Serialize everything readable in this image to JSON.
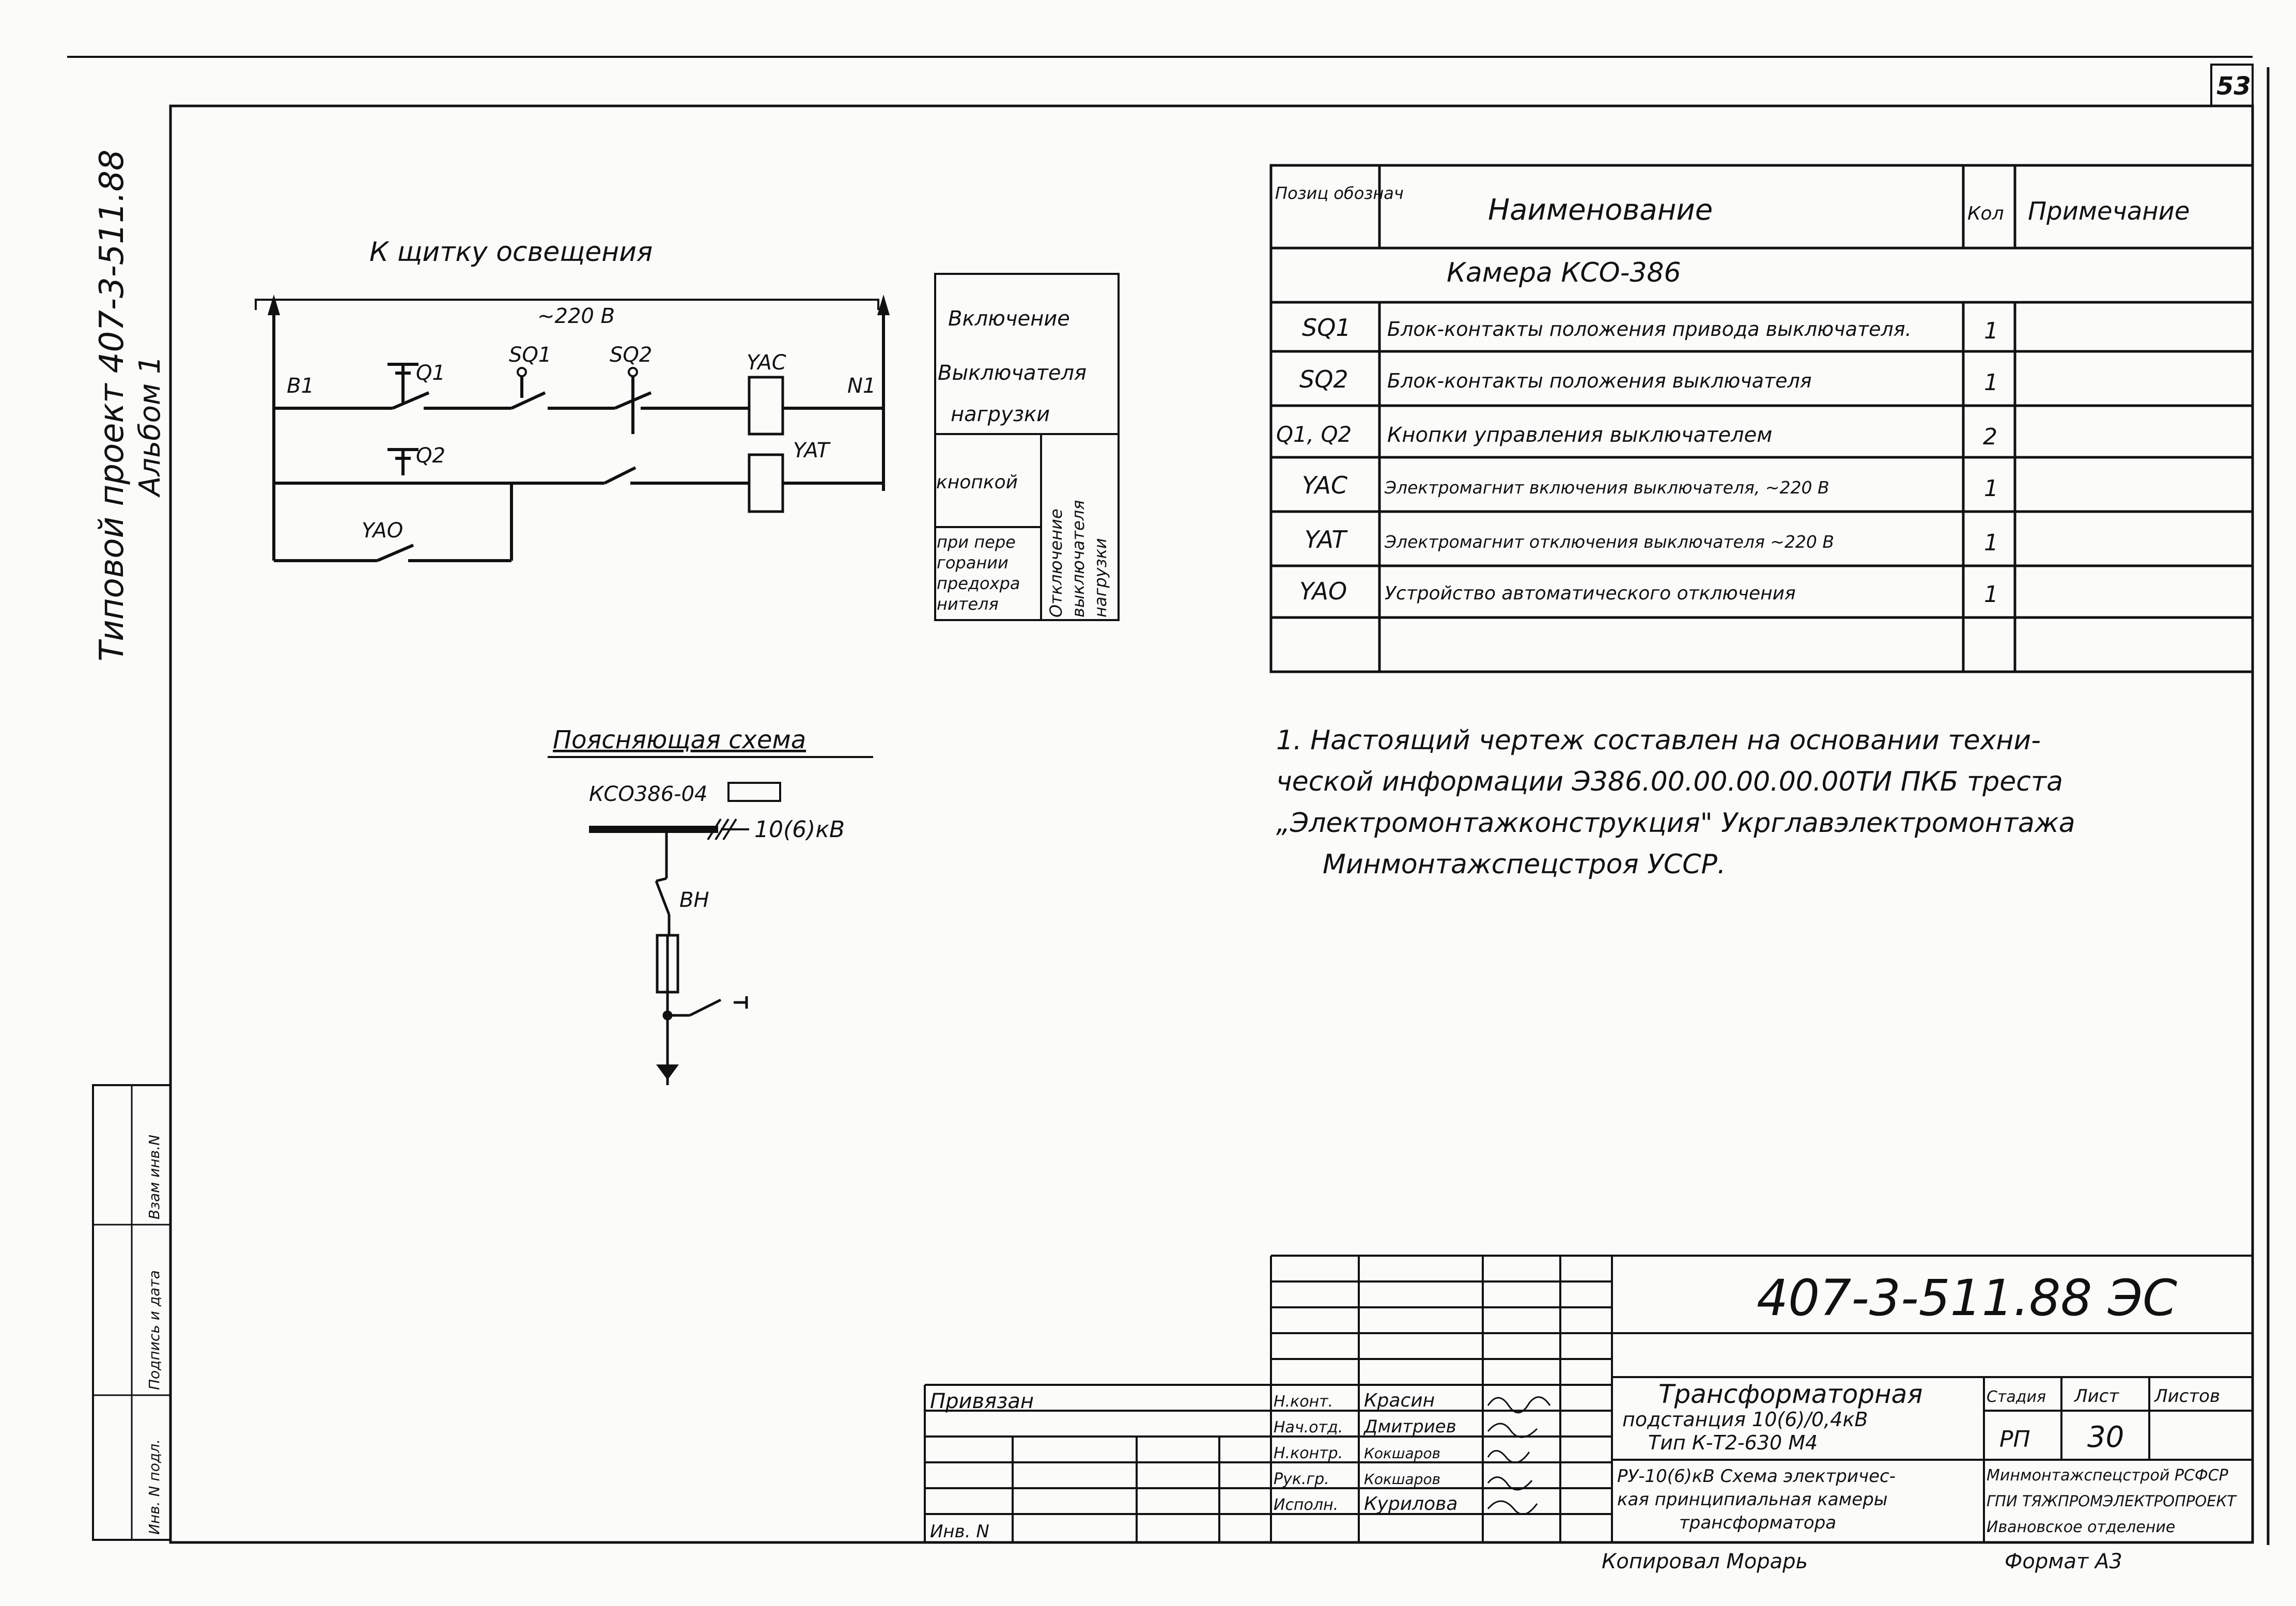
{
  "sheet": {
    "page_number": "53",
    "side_label_line1": "Типовой проект 407-3-511.88",
    "side_label_line2": "Альбом 1",
    "side_stamp_cells": [
      "Взам инв.N",
      "Подпись и дата",
      "Инв. N подл."
    ],
    "copied_by": "Копировал Морарь",
    "format": "Формат А3"
  },
  "schematic": {
    "title": "К щитку освещения",
    "voltage": "~220 В",
    "labels": {
      "b1": "В1",
      "n1": "N1",
      "q1": "Q1",
      "q2": "Q2",
      "sq1": "SQ1",
      "sq2": "SQ2",
      "yac": "YAC",
      "yat": "YAT",
      "yao": "YAO"
    }
  },
  "function_table": {
    "row1": "Включение",
    "row2": "Выключателя",
    "row3": "нагрузки",
    "left_top": "кнопкой",
    "left_bottom": [
      "при пере",
      "горании",
      "предохра",
      "нителя"
    ],
    "right_vertical": [
      "Отключение",
      "выключателя",
      "нагрузки"
    ]
  },
  "explanatory": {
    "title": "Поясняющая схема",
    "cell": "КСО386-04",
    "bus": "10(6)кВ",
    "switch": "ВН"
  },
  "spec_table": {
    "headers": [
      "Позиц обознач",
      "Наименование",
      "Кол",
      "Примечание"
    ],
    "group": "Камера КСО-386",
    "rows": [
      {
        "pos": "SQ1",
        "name": "Блок-контакты положения привода выключателя.",
        "qty": "1",
        "note": ""
      },
      {
        "pos": "SQ2",
        "name": "Блок-контакты положения выключателя",
        "qty": "1",
        "note": ""
      },
      {
        "pos": "Q1, Q2",
        "name": "Кнопки управления выключателем",
        "qty": "2",
        "note": ""
      },
      {
        "pos": "YAC",
        "name": "Электромагнит включения выключателя, ~220 В",
        "qty": "1",
        "note": ""
      },
      {
        "pos": "YAT",
        "name": "Электромагнит отключения выключателя ~220 В",
        "qty": "1",
        "note": ""
      },
      {
        "pos": "YAO",
        "name": "Устройство автоматического отключения",
        "qty": "1",
        "note": ""
      }
    ]
  },
  "note": {
    "line1": "1. Настоящий чертеж составлен на основании техни-",
    "line2": "ческой информации Э386.00.00.00.00.00ТИ ПКБ треста",
    "line3": "„Электромонтажконструкция\" Укрглавэлектромонтажа",
    "line4": "Минмонтажспецстроя УССР."
  },
  "title_block": {
    "doc_code": "407-3-511.88 ЭС",
    "privyazan": "Привязан",
    "inv_no": "Инв. N",
    "roles": [
      "Н.конт.",
      "Нач.отд.",
      "Н.контр.",
      "Рук.гр.",
      "Исполн."
    ],
    "names": [
      "Красин",
      "Дмитриев",
      "Кокшаров",
      "Кокшаров",
      "Курилова"
    ],
    "project_title_1": "Трансформаторная",
    "project_title_2": "подстанция 10(6)/0,4кВ",
    "project_title_3": "Тип К-Т2-630 М4",
    "sheet_title_1": "РУ-10(6)кВ Схема электричес-",
    "sheet_title_2": "кая принципиальная камеры",
    "sheet_title_3": "трансформатора",
    "stage_label": "Стадия",
    "sheet_label": "Лист",
    "sheets_label": "Листов",
    "stage": "РП",
    "sheet": "30",
    "org_1": "Минмонтажспецстрой РСФСР",
    "org_2": "ГПИ ТЯЖПРОМЭЛЕКТРОПРОЕКТ",
    "org_3": "Ивановское отделение"
  }
}
